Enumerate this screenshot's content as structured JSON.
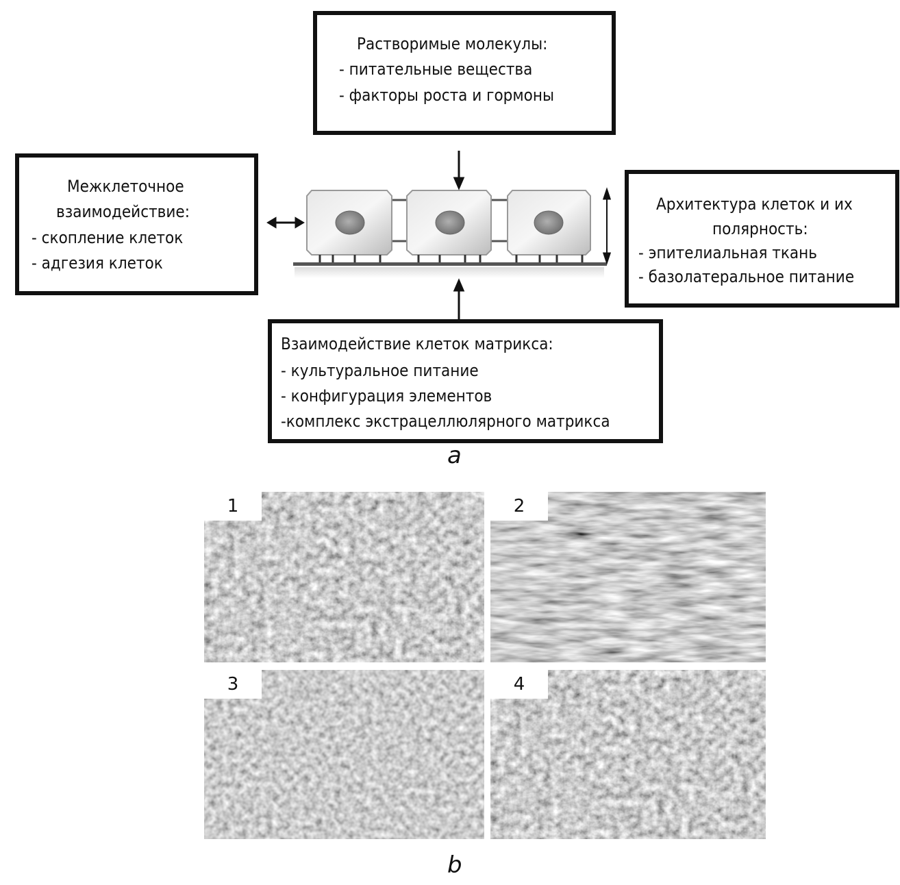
{
  "panel_a": {
    "caption": "a",
    "soluble": {
      "title": "Растворимые молекулы:",
      "items": [
        "- питательные вещества",
        "- факторы роста и гормоны"
      ]
    },
    "cell_cell": {
      "title_1": "Межклеточное",
      "title_2": "взаимодействие:",
      "items": [
        "- скопление клеток",
        "- адгезия клеток"
      ]
    },
    "architecture": {
      "title_1": "Архитектура клеток и их",
      "title_2": "полярность:",
      "items": [
        "- эпителиальная ткань",
        "- базолатеральное питание"
      ]
    },
    "matrix": {
      "title": "Взаимодействие клеток матрикса:",
      "items": [
        "- культуральное питание",
        "- конфигурация элементов",
        "-комплекс экстрацеллюлярного матрикса"
      ]
    }
  },
  "panel_b": {
    "caption": "b",
    "micrographs": [
      {
        "label": "1"
      },
      {
        "label": "2"
      },
      {
        "label": "3"
      },
      {
        "label": "4"
      }
    ]
  }
}
